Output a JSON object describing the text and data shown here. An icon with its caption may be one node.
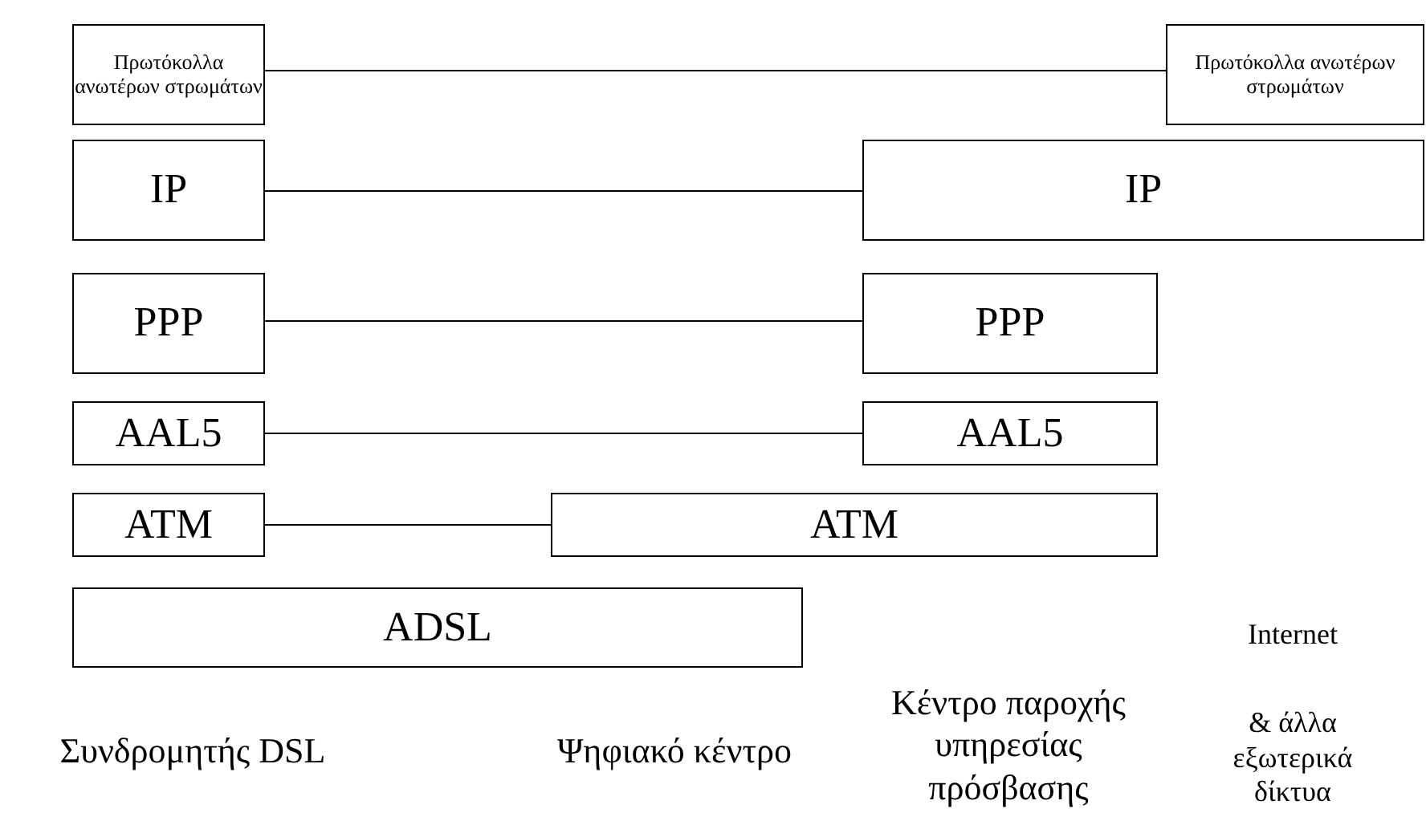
{
  "diagram": {
    "nodes": [
      {
        "text": [
          "Πρωτόκολλα ανωτέρων στρωμάτων"
        ]
      },
      {
        "text": [
          "Πρωτόκολλα ανωτέρων στρωμάτων"
        ]
      },
      {
        "text": [
          "IP"
        ]
      },
      {
        "text": [
          "IP"
        ]
      },
      {
        "text": [
          "PPP"
        ]
      },
      {
        "text": [
          "PPP"
        ]
      },
      {
        "text": [
          "AAL5"
        ]
      },
      {
        "text": [
          "AAL5"
        ]
      },
      {
        "text": [
          "ATM"
        ]
      },
      {
        "text": [
          "ATM"
        ]
      },
      {
        "text": [
          "ADSL"
        ]
      }
    ],
    "edges": [
      {
        "from": 0,
        "to": 1,
        "arrow": "none"
      },
      {
        "from": 2,
        "to": 3,
        "arrow": "none"
      },
      {
        "from": 4,
        "to": 5,
        "arrow": "none"
      },
      {
        "from": 6,
        "to": 7,
        "arrow": "none"
      },
      {
        "from": 8,
        "to": 9,
        "arrow": "none"
      }
    ],
    "labels": [
      "Internet",
      "Συνδρομητής DSL",
      "Ψηφιακό κέντρο",
      "Κέντρο παροχής υπηρεσίας πρόσβασης",
      "& άλλα εξωτερικά δίκτυα"
    ]
  }
}
